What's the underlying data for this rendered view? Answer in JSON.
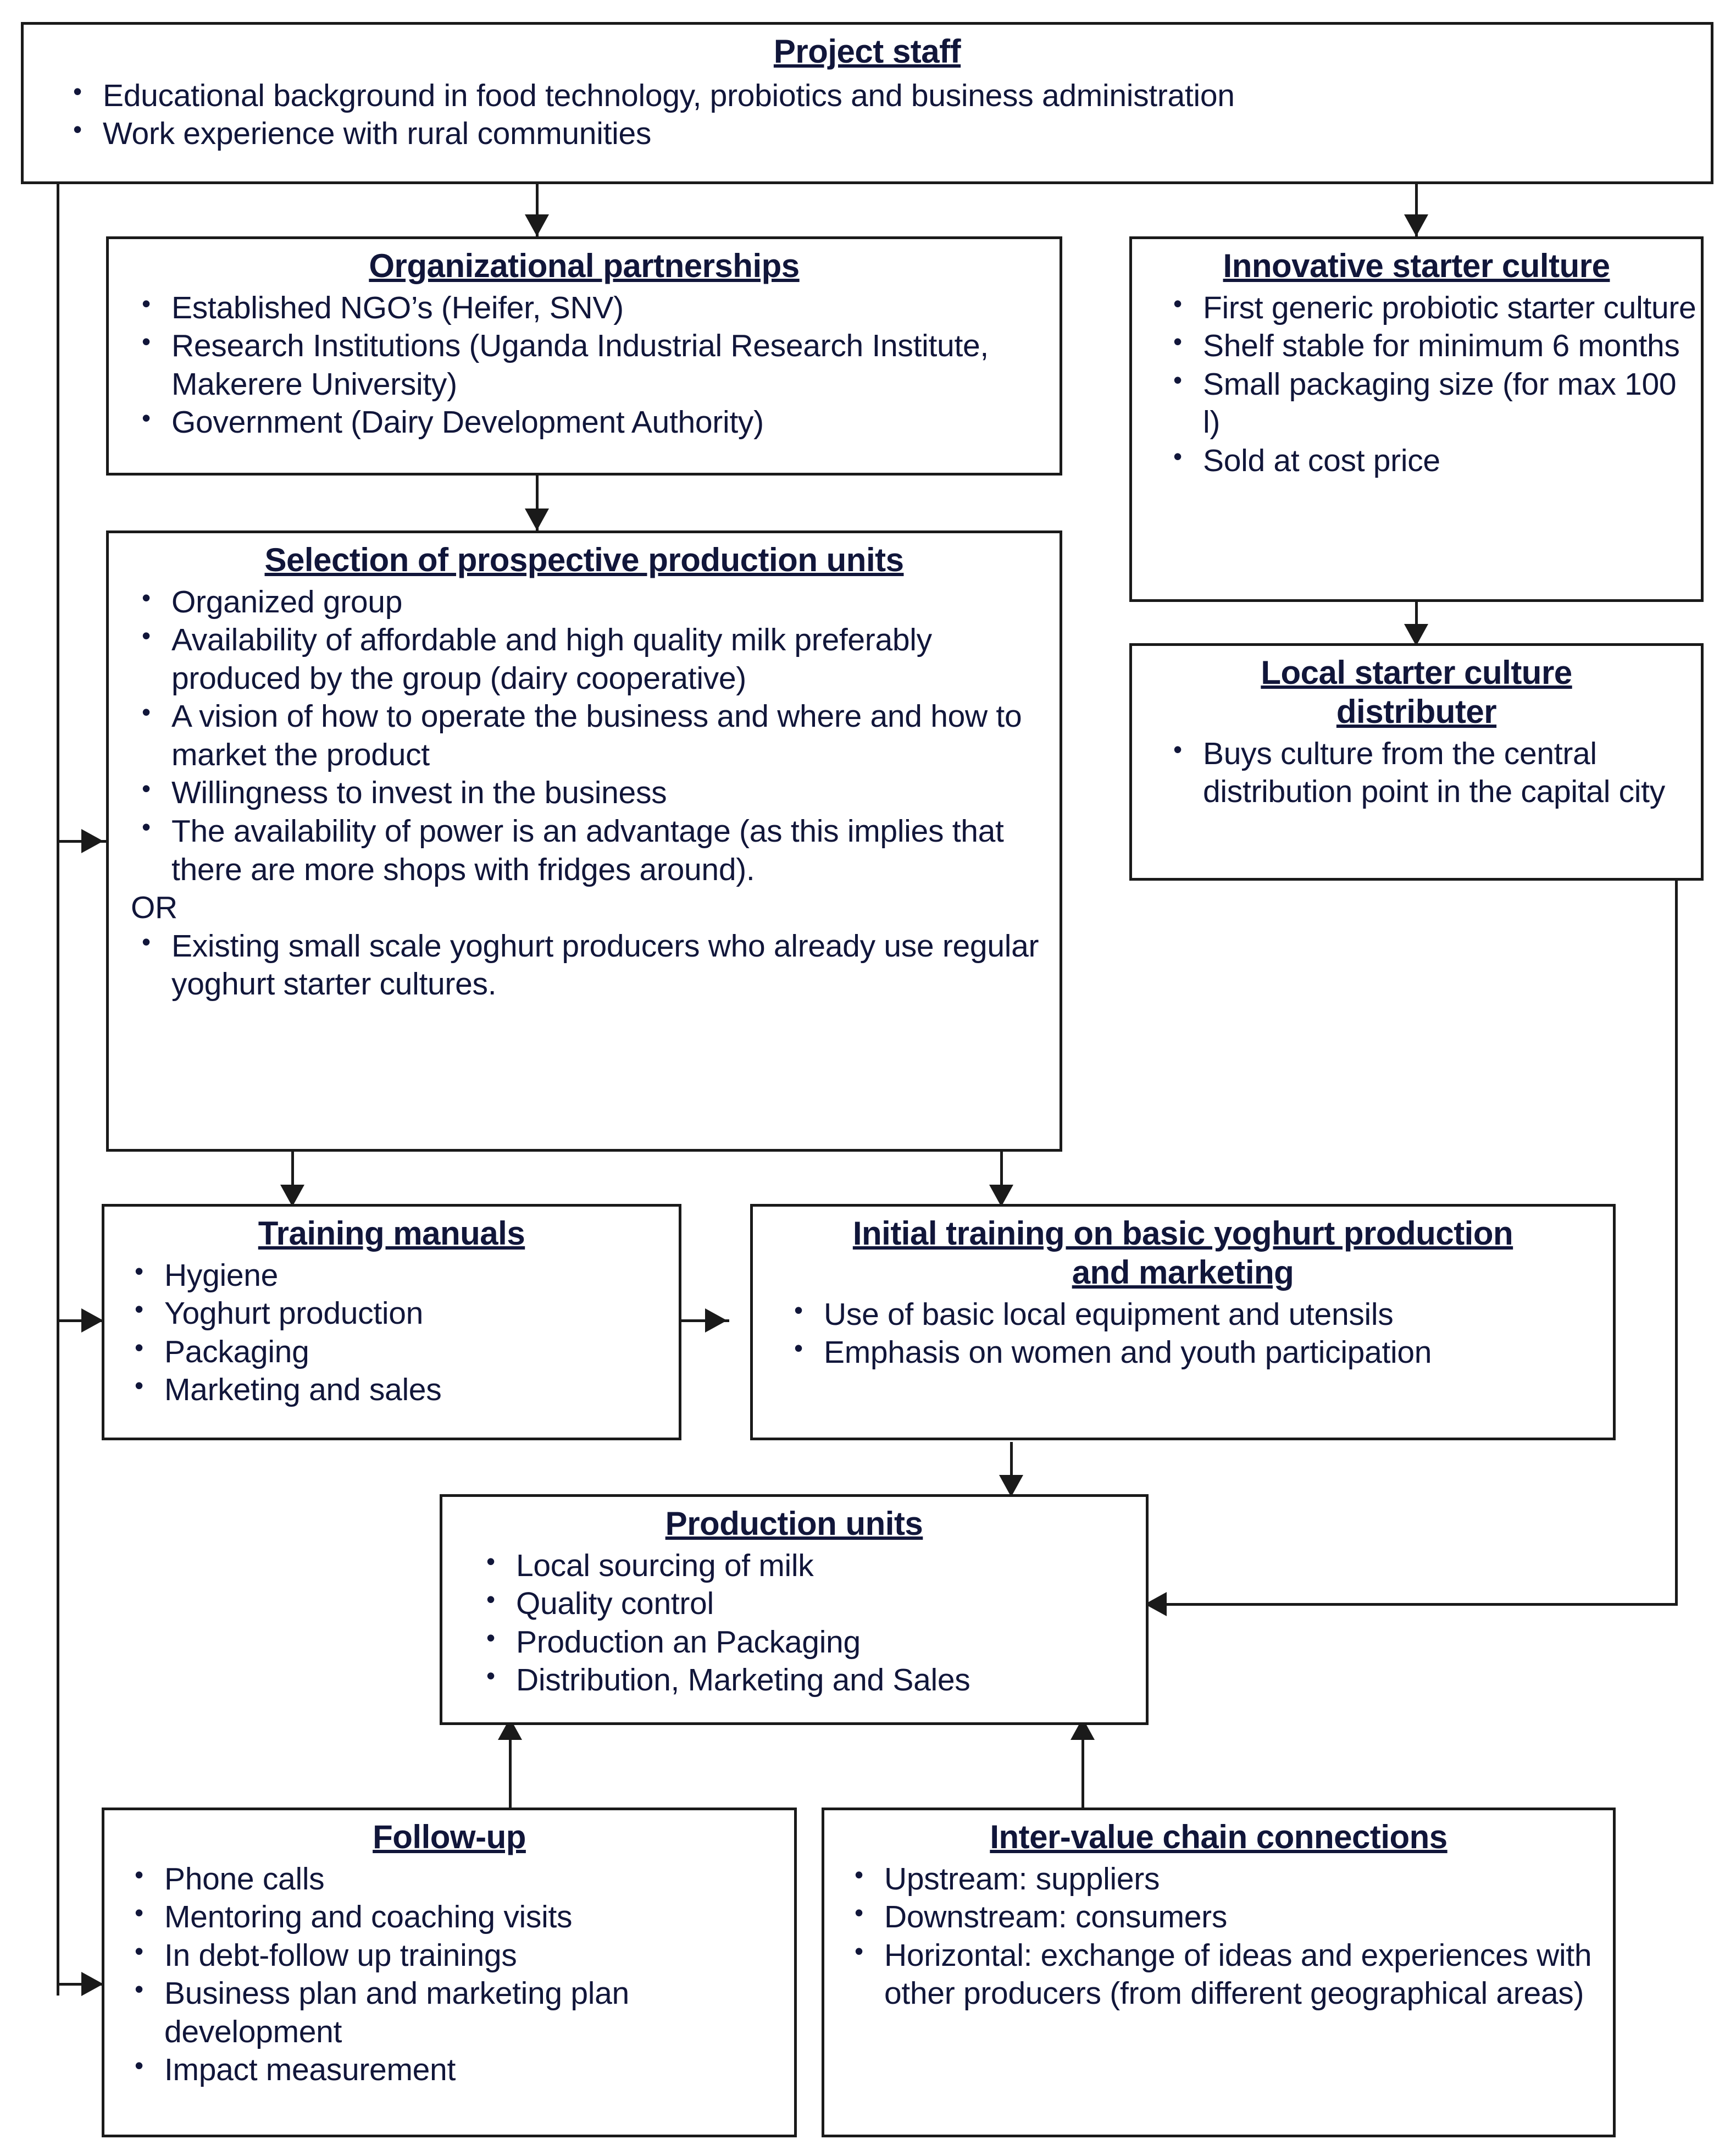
{
  "diagram": {
    "type": "flowchart",
    "nodes": [
      {
        "id": "project-staff",
        "title": "Project staff",
        "bullets": [
          "Educational background in food technology, probiotics and business administration",
          "Work experience with rural communities"
        ]
      },
      {
        "id": "organizational-partnerships",
        "title": "Organizational partnerships",
        "bullets": [
          "Established NGO’s (Heifer, SNV)",
          "Research Institutions (Uganda Industrial Research Institute, Makerere University)",
          "Government  (Dairy Development Authority)"
        ]
      },
      {
        "id": "innovative-starter-culture",
        "title": "Innovative starter culture",
        "bullets": [
          "First generic probiotic starter culture",
          "Shelf stable for minimum  6 months",
          "Small packaging size (for max 100 l)",
          "Sold at cost price"
        ]
      },
      {
        "id": "local-starter-culture-distributer",
        "title": "Local starter culture distributer",
        "bullets": [
          "Buys culture from  the central distribution point in the capital city"
        ]
      },
      {
        "id": "selection-of-prospective-production-units",
        "title": "Selection of prospective production units",
        "bullets_a": [
          "Organized group",
          "Availability of affordable and high quality milk preferably produced by the group (dairy cooperative)",
          "A vision of how to operate the business and where and how to market the product",
          "Willingness to invest in the business",
          "The availability of power is an advantage (as this implies that there are more shops with fridges around)."
        ],
        "separator": "OR",
        "bullets_b": [
          "Existing small scale yoghurt producers who already use regular yoghurt starter cultures."
        ]
      },
      {
        "id": "training-manuals",
        "title": "Training manuals",
        "bullets": [
          "Hygiene",
          "Yoghurt production",
          "Packaging",
          "Marketing and sales"
        ]
      },
      {
        "id": "initial-training",
        "title": "Initial training on basic yoghurt production and marketing",
        "bullets": [
          "Use of basic local equipment and utensils",
          "Emphasis on women and youth participation"
        ]
      },
      {
        "id": "production-units",
        "title": "Production units",
        "bullets": [
          "Local sourcing of milk",
          "Quality control",
          "Production  an Packaging",
          "Distribution, Marketing and Sales"
        ]
      },
      {
        "id": "follow-up",
        "title": "Follow-up",
        "bullets": [
          "Phone calls",
          "Mentoring and coaching visits",
          "In debt-follow up trainings",
          "Business plan and marketing  plan development",
          "Impact measurement"
        ]
      },
      {
        "id": "inter-value-chain-connections",
        "title": "Inter-value chain connections",
        "bullets": [
          "Upstream: suppliers",
          "Downstream: consumers",
          "Horizontal: exchange of ideas and experiences with other producers (from different geographical areas)"
        ]
      }
    ],
    "colors": {
      "box_border": "#1a1a1a",
      "text": "#11163a",
      "background": "#ffffff"
    }
  }
}
